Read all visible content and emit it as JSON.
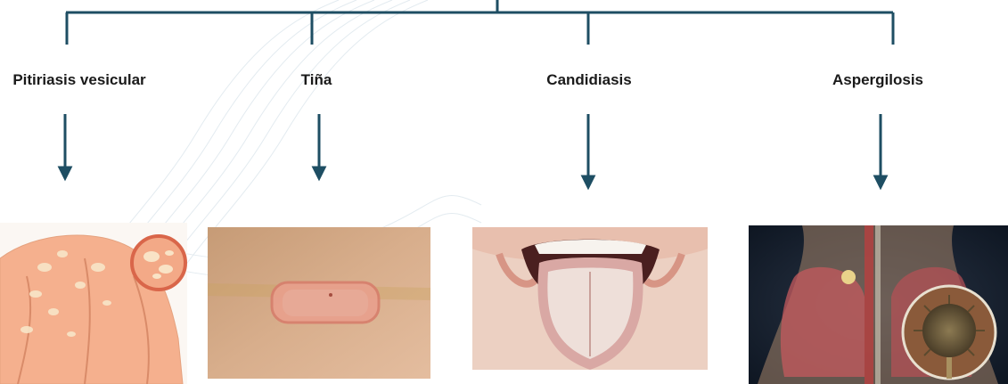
{
  "diagram": {
    "branches": [
      {
        "label": "Pitiriasis vesicular",
        "image": "skin-lesions-back-illustration"
      },
      {
        "label": "Tiña",
        "image": "ringworm-skin-rash-photo"
      },
      {
        "label": "Candidiasis",
        "image": "oral-thrush-tongue-photo"
      },
      {
        "label": "Aspergilosis",
        "image": "lungs-aspergillus-fungus-render"
      }
    ]
  },
  "colors": {
    "connector": "#1e4e63",
    "label": "#1a1a1a"
  }
}
